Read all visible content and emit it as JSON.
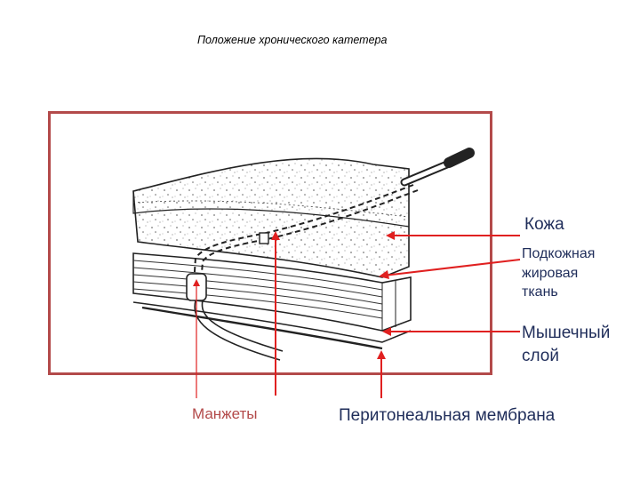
{
  "title": "Положение хронического катетера",
  "labels": {
    "skin": "Кожа",
    "fat_line1": "Подкожная",
    "fat_line2": "жировая",
    "fat_line3": "ткань",
    "muscle_line1": "Мышечный",
    "muscle_line2": "слой",
    "cuffs": "Манжеты",
    "peritoneum": "Перитонеальная мембрана"
  },
  "colors": {
    "frame": "#b34a4a",
    "arrow": "#e02020",
    "label_text": "#1f2d5a"
  }
}
